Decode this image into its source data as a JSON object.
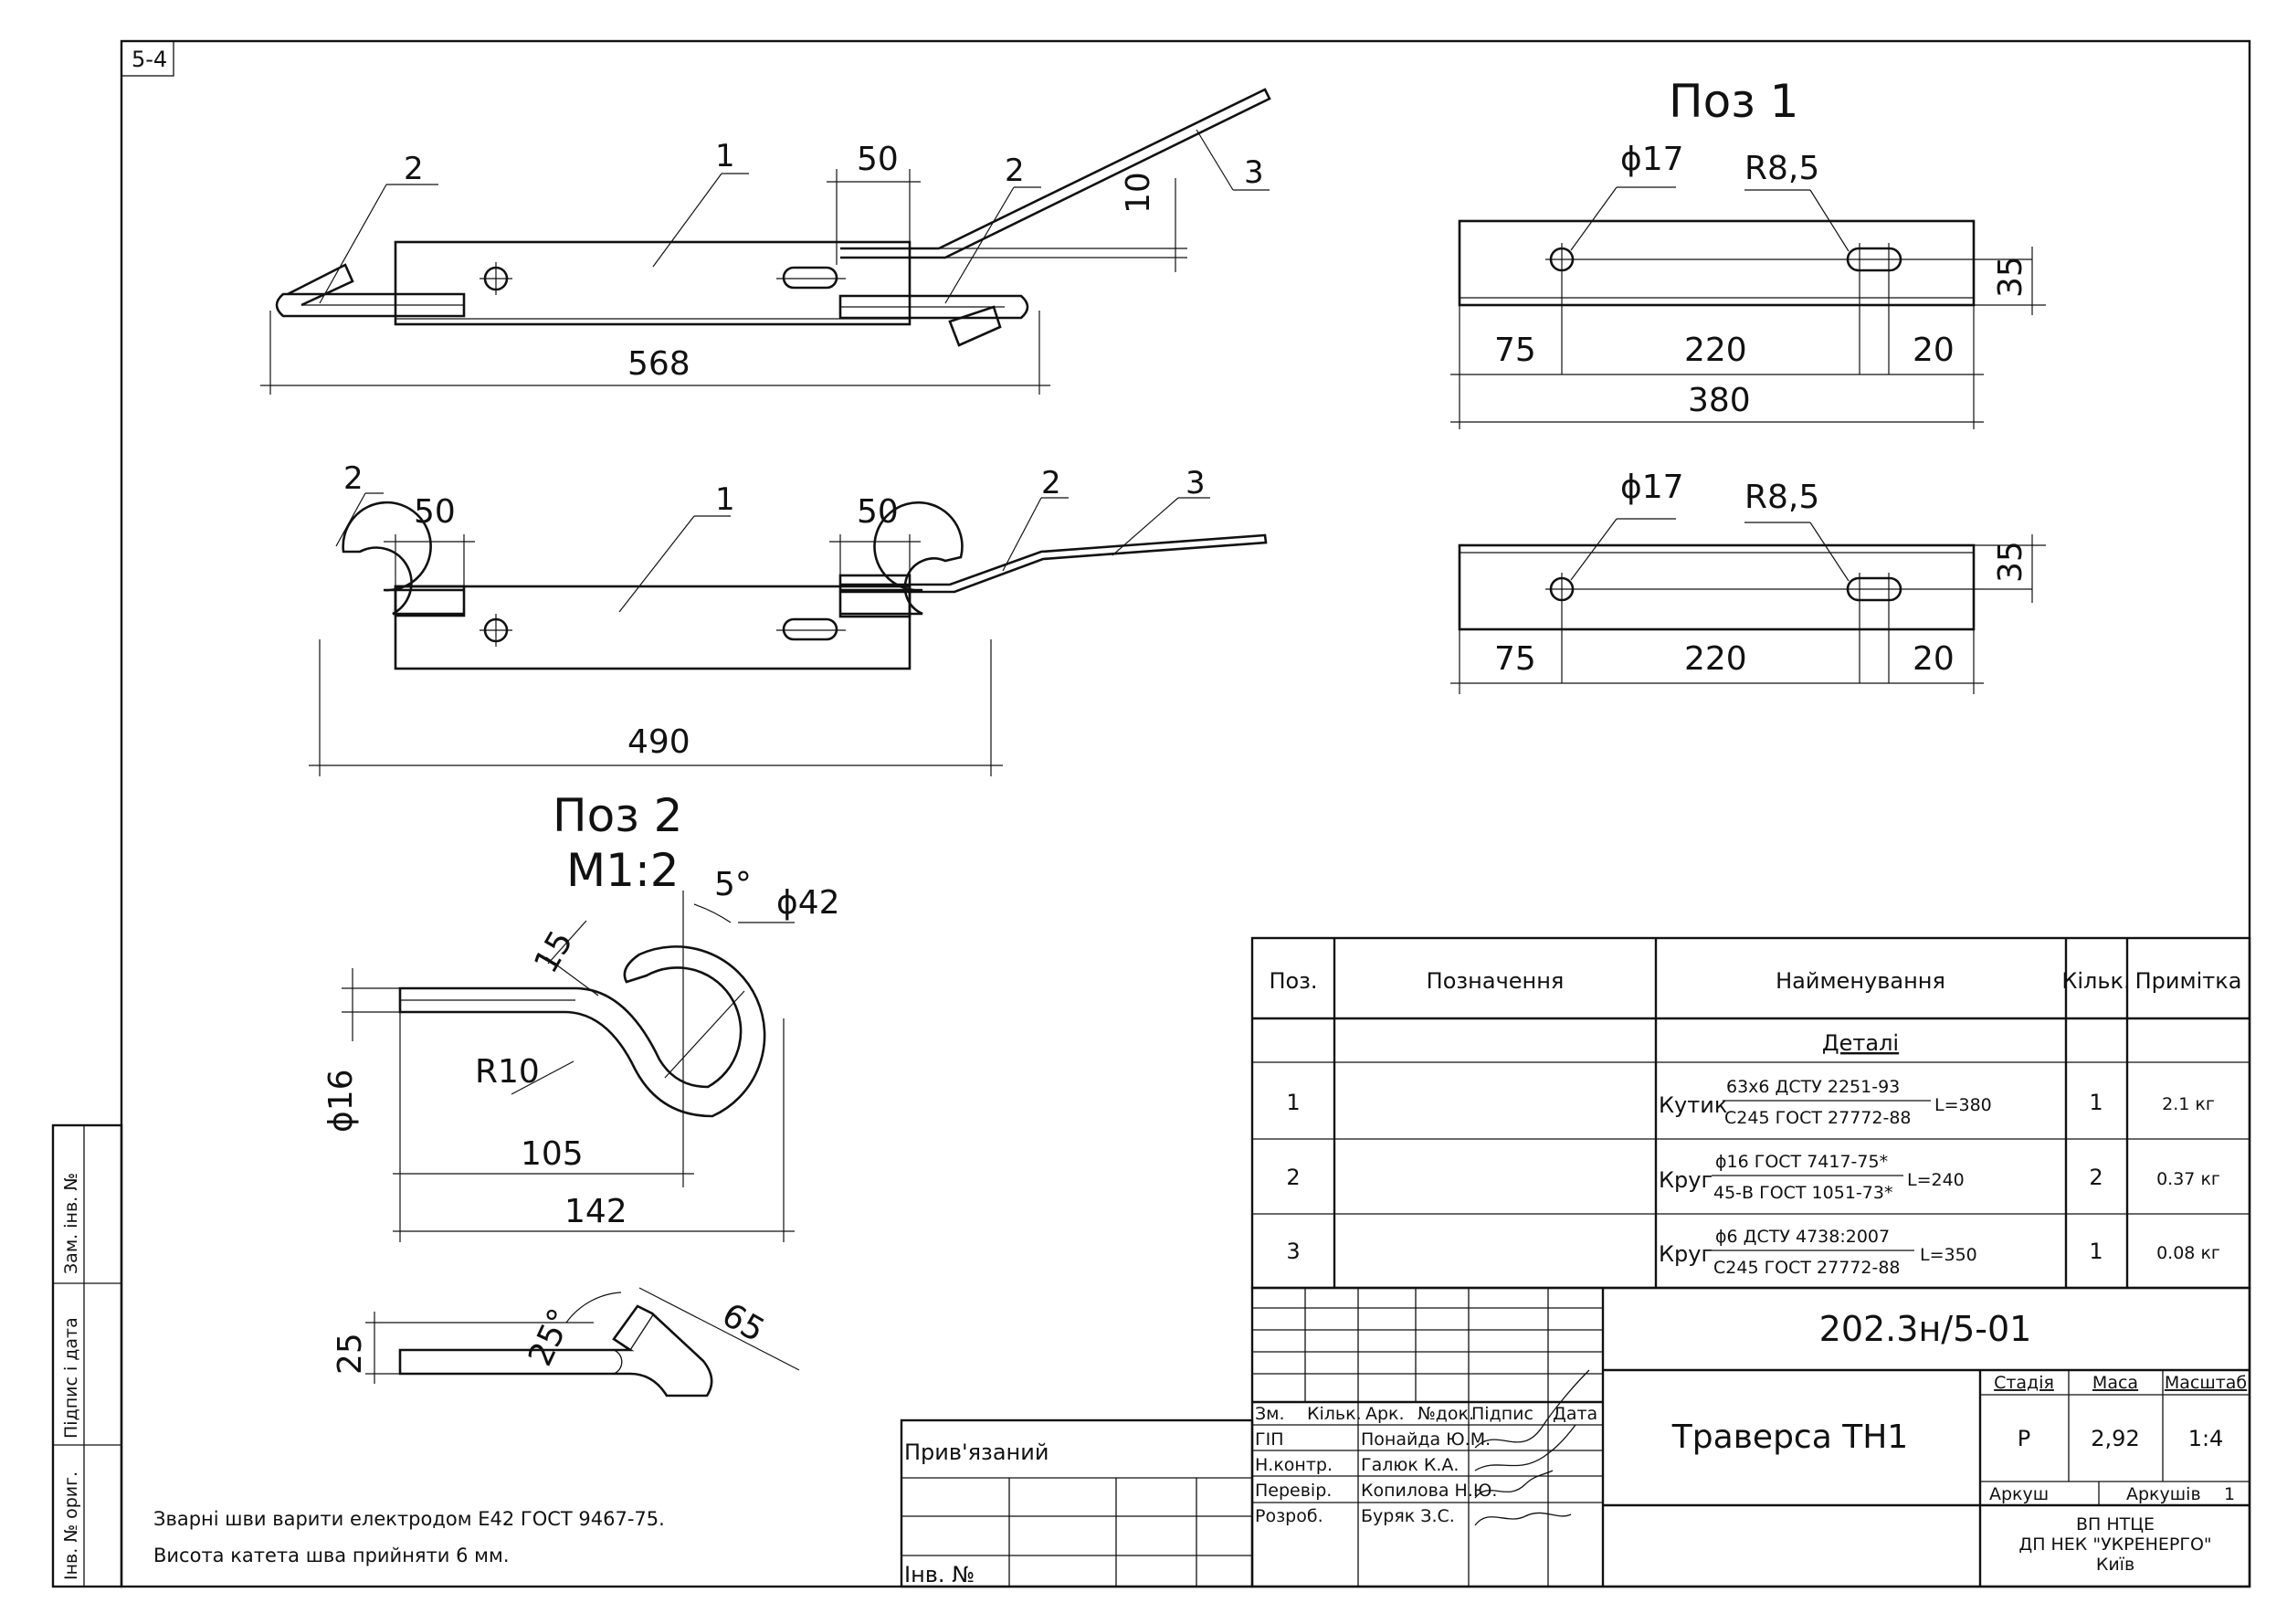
{
  "sheet_number": "5-4",
  "views": {
    "top_view": {
      "callouts": [
        "2",
        "1",
        "2",
        "3"
      ],
      "dims": [
        "50",
        "10",
        "568"
      ]
    },
    "front_view": {
      "callouts": [
        "2",
        "1",
        "2",
        "3"
      ],
      "dims": [
        "50",
        "50",
        "490"
      ]
    },
    "pos1": {
      "title": "Поз 1",
      "view_a": [
        "ϕ17",
        "R8,5",
        "35",
        "75",
        "220",
        "20",
        "380"
      ],
      "view_b": [
        "ϕ17",
        "R8,5",
        "35",
        "75",
        "220",
        "20"
      ]
    },
    "pos2": {
      "title": "Поз 2",
      "scale": "M1:2",
      "hook_dims": [
        "5°",
        "ϕ42",
        "15",
        "ϕ16",
        "R10",
        "105",
        "142"
      ],
      "bend_dims": [
        "65",
        "25°",
        "25"
      ]
    }
  },
  "notes": [
    "Зварні шви варити електродом Е42 ГОСТ 9467-75.",
    "Висота катета шва прийняти 6 мм."
  ],
  "side_stamp": [
    "Зам. інв. №",
    "Підпис і дата",
    "Інв. № ориг."
  ],
  "attach_block": {
    "label": "Прив'язаний",
    "inv_label": "Інв. №"
  },
  "spec_table": {
    "headers": [
      "Поз.",
      "Позначення",
      "Найменування",
      "Кільк.",
      "Примітка"
    ],
    "section": "Деталі",
    "rows": [
      {
        "pos": "1",
        "kind": "Кутик",
        "top": "63х6 ДСТУ 2251-93",
        "bottom": "С245 ГОСТ 27772-88",
        "length": "L=380",
        "qty": "1",
        "note": "2.1 кг"
      },
      {
        "pos": "2",
        "kind": "Круг",
        "top": "ϕ16 ГОСТ 7417-75*",
        "bottom": "45-В ГОСТ 1051-73*",
        "length": "L=240",
        "qty": "2",
        "note": "0.37 кг"
      },
      {
        "pos": "3",
        "kind": "Круг",
        "top": "ϕ6 ДСТУ 4738:2007",
        "bottom": "С245 ГОСТ 27772-88",
        "length": "L=350",
        "qty": "1",
        "note": "0.08 кг"
      }
    ]
  },
  "title_block": {
    "code": "202.3н/5-01",
    "name": "Траверса ТН1",
    "rev_headers": [
      "Зм.",
      "Кільк.",
      "Арк.",
      "№док.",
      "Підпис",
      "Дата"
    ],
    "people": [
      {
        "role": "ГІП",
        "name": "Понайда Ю.М."
      },
      {
        "role": "Н.контр.",
        "name": "Галюк К.А."
      },
      {
        "role": "Перевір.",
        "name": "Копилова Н.Ю."
      },
      {
        "role": "Розроб.",
        "name": "Буряк З.С."
      }
    ],
    "stage_label": "Стадія",
    "stage": "Р",
    "mass_label": "Маса",
    "mass": "2,92",
    "scale_label": "Масштаб",
    "scale": "1:4",
    "sheet_label": "Аркуш",
    "sheets_label": "Аркушів",
    "sheets": "1",
    "org": [
      "ВП НТЦЕ",
      "ДП НЕК \"УКРЕНЕРГО\"",
      "Київ"
    ]
  }
}
